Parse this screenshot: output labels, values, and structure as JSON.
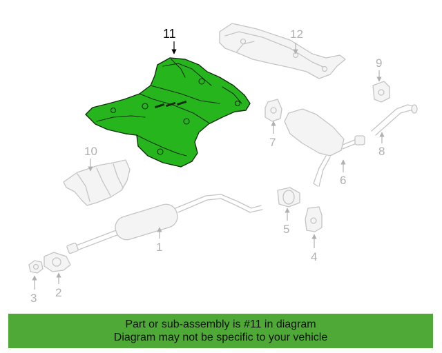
{
  "diagram": {
    "highlighted_part": "11",
    "parts": [
      "1",
      "2",
      "3",
      "4",
      "5",
      "6",
      "7",
      "8",
      "9",
      "10",
      "11",
      "12"
    ]
  },
  "banner": {
    "line1": "Part or sub-assembly is #11 in diagram",
    "line2": "Diagram may not be specific to your vehicle",
    "color": "#4fa936"
  },
  "highlight_color": "#27b51d"
}
